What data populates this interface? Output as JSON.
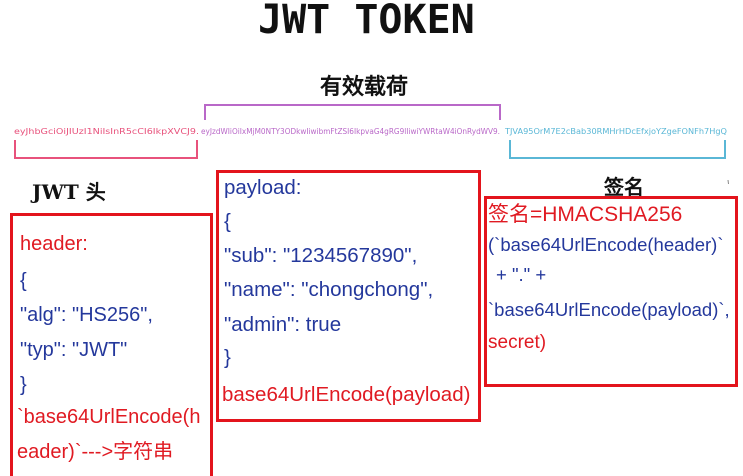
{
  "title": "JWT TOKEN",
  "labels": {
    "payload": "有效载荷",
    "header": "JWT 头",
    "signature": "签名"
  },
  "token": {
    "header_part": "eyJhbGciOiJIUzI1NiIsInR5cCI6IkpXVCJ9.",
    "payload_part": "eyJzdWIiOiIxMjM0NTY3ODkwIiwibmFtZSI6IkpvaG4gRG9lIiwiYWRtaW4iOnRydWV9.",
    "signature_part": "TJVA95OrM7E2cBab30RMHrHDcEfxjoYZgeFONFh7HgQ"
  },
  "header_box": {
    "title": "header:",
    "json_lines": [
      "{",
      "\"alg\": \"HS256\",",
      "\"typ\": \"JWT\"",
      "}"
    ],
    "encode_lines": [
      "`base64UrlEncode(h",
      "eader)`--->字符串"
    ]
  },
  "payload_box": {
    "title": "payload:",
    "json_lines": [
      "{",
      "\"sub\": \"1234567890\",",
      "\"name\": \"chongchong\",",
      "\"admin\": true",
      "}"
    ],
    "encode_line": "base64UrlEncode(payload)"
  },
  "signature_box": {
    "formula_head": "签名=HMACSHA256",
    "formula_lines": [
      "(`base64UrlEncode(header)`",
      "+ \".\" +",
      "`base64UrlEncode(payload)`,"
    ],
    "formula_tail": "secret)"
  },
  "colors": {
    "box_border": "#e3141c",
    "red_text": "#e01a22",
    "blue_text": "#24389c",
    "header_segment": "#e8527c",
    "payload_segment": "#b968c8",
    "signature_segment": "#5ab7d6"
  }
}
